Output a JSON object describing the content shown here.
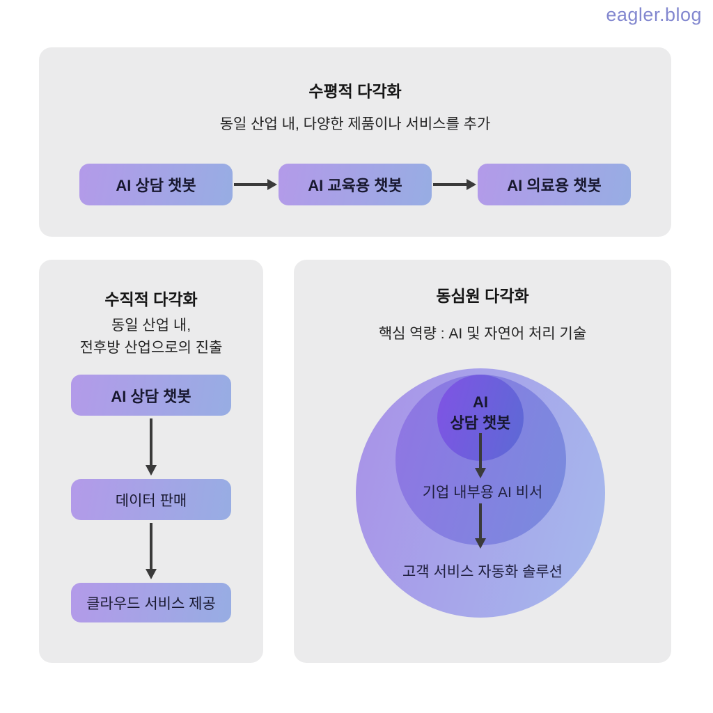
{
  "watermark": "eagler.blog",
  "colors": {
    "page_bg": "#ffffff",
    "panel_bg": "#ebebec",
    "box_gradient_start": "#b39ae9",
    "box_gradient_end": "#97ade3",
    "circle_outer_start": "#a893e8",
    "circle_outer_end": "#a6b6ec",
    "circle_middle_start": "#8f76e3",
    "circle_middle_end": "#7a8ade",
    "circle_core_start": "#7d55e3",
    "circle_core_end": "#5f68d6",
    "arrow": "#3a3a3a",
    "watermark_color": "#8287cf",
    "text_dark": "#18182f"
  },
  "horizontal_panel": {
    "title": "수평적 다각화",
    "subtitle": "동일 산업 내, 다양한 제품이나 서비스를 추가",
    "nodes": [
      {
        "label": "AI 상담 챗봇"
      },
      {
        "label": "AI 교육용 챗봇"
      },
      {
        "label": "AI 의료용 챗봇"
      }
    ]
  },
  "vertical_panel": {
    "title": "수직적 다각화",
    "subtitle_line1": "동일 산업 내,",
    "subtitle_line2": "전후방 산업으로의 진출",
    "nodes": [
      {
        "label": "AI 상담 챗봇"
      },
      {
        "label": "데이터 판매"
      },
      {
        "label": "클라우드 서비스 제공"
      }
    ]
  },
  "concentric_panel": {
    "title": "동심원 다각화",
    "subtitle": "핵심 역량 : AI 및 자연어 처리 기술",
    "core_line1": "AI",
    "core_line2": "상담 챗봇",
    "middle_label": "기업 내부용 AI 비서",
    "outer_label": "고객 서비스 자동화 솔루션"
  }
}
